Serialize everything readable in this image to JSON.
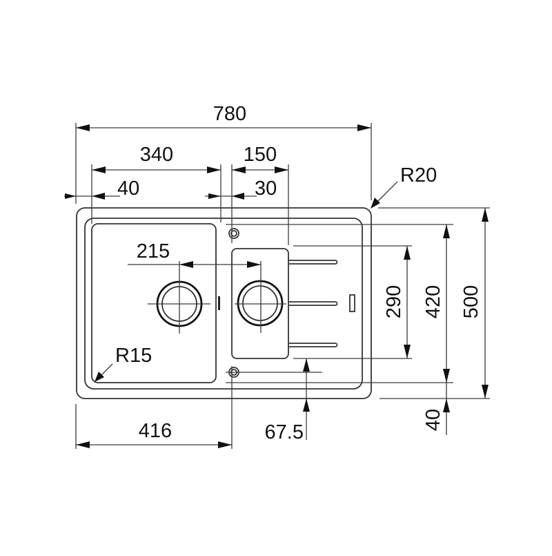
{
  "drawing": {
    "title": "Double bowl sink with drainer — dimension drawing",
    "colors": {
      "line": "#333333",
      "text": "#111111",
      "background": "#ffffff"
    },
    "dimensions": {
      "overall_width": "780",
      "main_bowl_width": "340",
      "half_bowl_width": "150",
      "left_edge_offset": "40",
      "bowl_gap": "30",
      "drain_spacing": "215",
      "corner_radius_outer": "R20",
      "corner_radius_bowl": "R15",
      "main_bowl_bottom_width": "416",
      "drain_offset": "67.5",
      "drainer_depth": "290",
      "bowl_depth": "420",
      "overall_depth": "500",
      "back_offset": "40"
    },
    "features": [
      {
        "name": "main-bowl",
        "label": "Main bowl"
      },
      {
        "name": "half-bowl",
        "label": "Half bowl"
      },
      {
        "name": "drainer",
        "label": "Drainer area with ribs"
      },
      {
        "name": "tap-hole-top",
        "label": "Tap hole"
      },
      {
        "name": "tap-hole-bottom",
        "label": "Overflow hole"
      },
      {
        "name": "main-drain",
        "label": "Main bowl drain"
      },
      {
        "name": "half-drain",
        "label": "Half bowl drain"
      },
      {
        "name": "overflow-slot",
        "label": "Overflow slot"
      }
    ]
  }
}
